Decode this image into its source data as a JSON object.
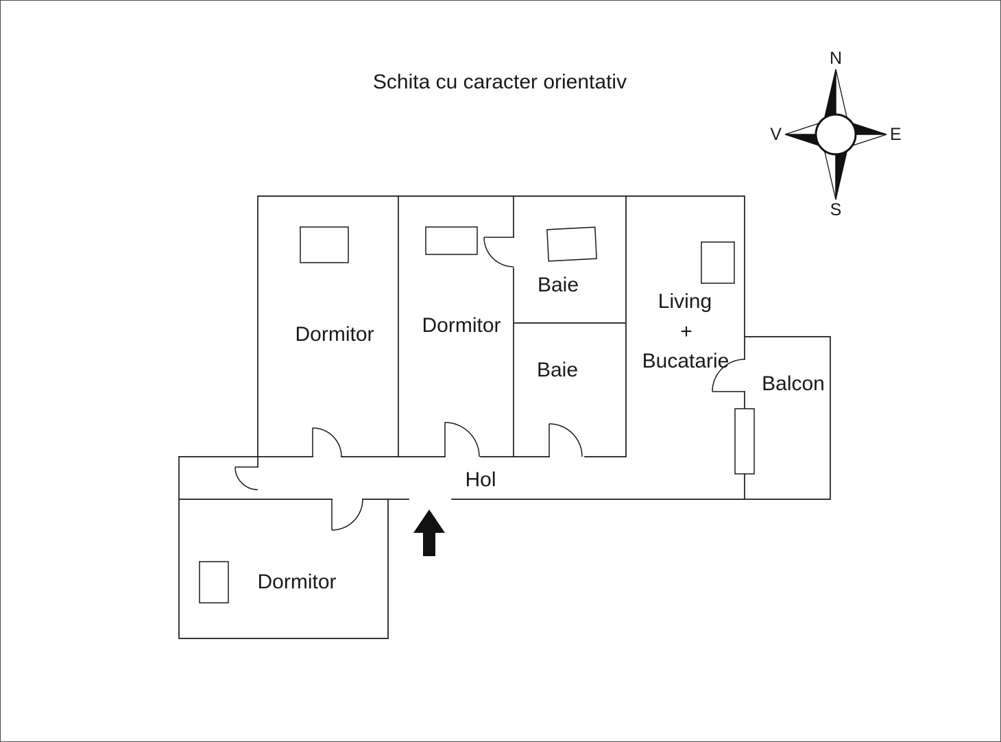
{
  "title": "Schita cu caracter orientativ",
  "compass": {
    "north": "N",
    "east": "E",
    "south": "S",
    "west": "V"
  },
  "rooms": {
    "dormitor_1": "Dormitor",
    "dormitor_2": "Dormitor",
    "baie_1": "Baie",
    "baie_2": "Baie",
    "living_line_1": "Living",
    "living_line_2": "+",
    "living_line_3": "Bucatarie",
    "balcon": "Balcon",
    "hol": "Hol",
    "dormitor_3": "Dormitor"
  }
}
